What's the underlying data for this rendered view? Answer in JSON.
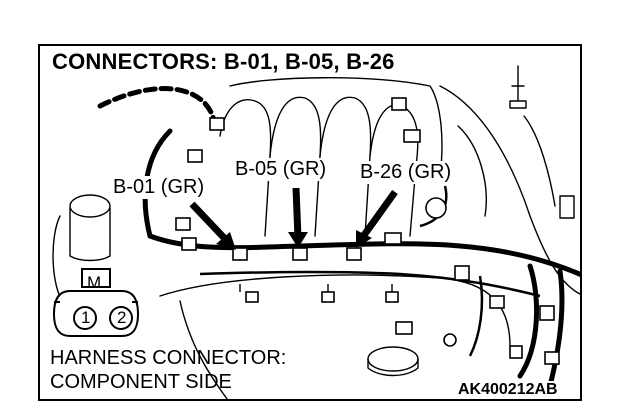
{
  "diagram": {
    "title": "CONNECTORS: B-01, B-05, B-26",
    "callouts": {
      "b01": "B-01 (GR)",
      "b05": "B-05 (GR)",
      "b26": "B-26 (GR)"
    },
    "connector_face": {
      "key": "M",
      "pin1": "1",
      "pin2": "2"
    },
    "caption_line1": "HARNESS CONNECTOR:",
    "caption_line2": "COMPONENT SIDE",
    "figure_code": "AK400212AB"
  }
}
